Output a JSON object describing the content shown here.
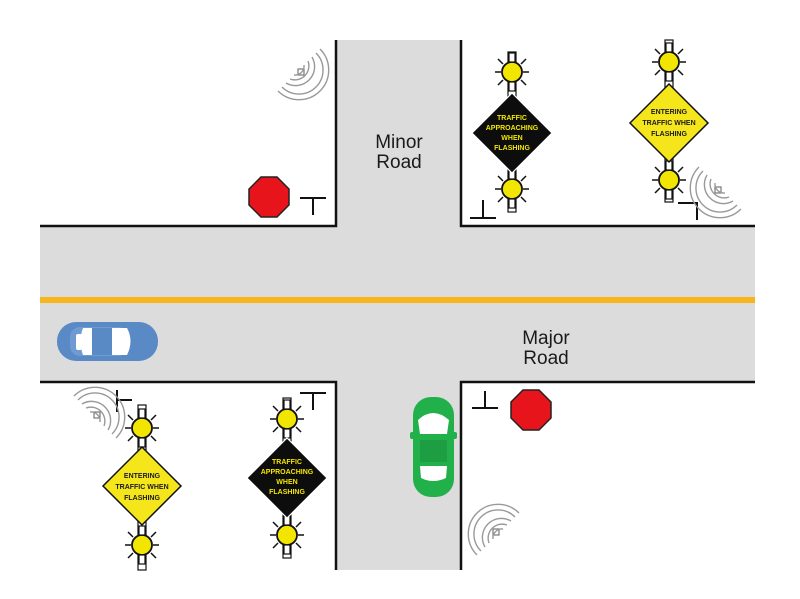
{
  "labels": {
    "minor_road": [
      "Minor",
      "Road"
    ],
    "major_road": [
      "Major",
      "Road"
    ]
  },
  "signs": {
    "approaching": [
      "TRAFFIC",
      "APPROACHING",
      "WHEN",
      "FLASHING"
    ],
    "entering": [
      "ENTERING",
      "TRAFFIC WHEN",
      "FLASHING"
    ]
  },
  "colors": {
    "road": "#dcdcdc",
    "road_edge": "#111111",
    "center_line": "#f7b51c",
    "stop_sign": "#e8141c",
    "beacon": "#f2e600",
    "approaching_sign_bg": "#0d0d0d",
    "entering_sign_bg": "#f4e61a",
    "blue_car": "#5a8ac6",
    "green_car": "#22b04b",
    "detector": "#888888"
  },
  "icons": {
    "stop_sign": "stop-sign-icon",
    "beacon": "flashing-beacon-icon",
    "detector": "vehicle-detector-icon",
    "car": "car-icon"
  }
}
